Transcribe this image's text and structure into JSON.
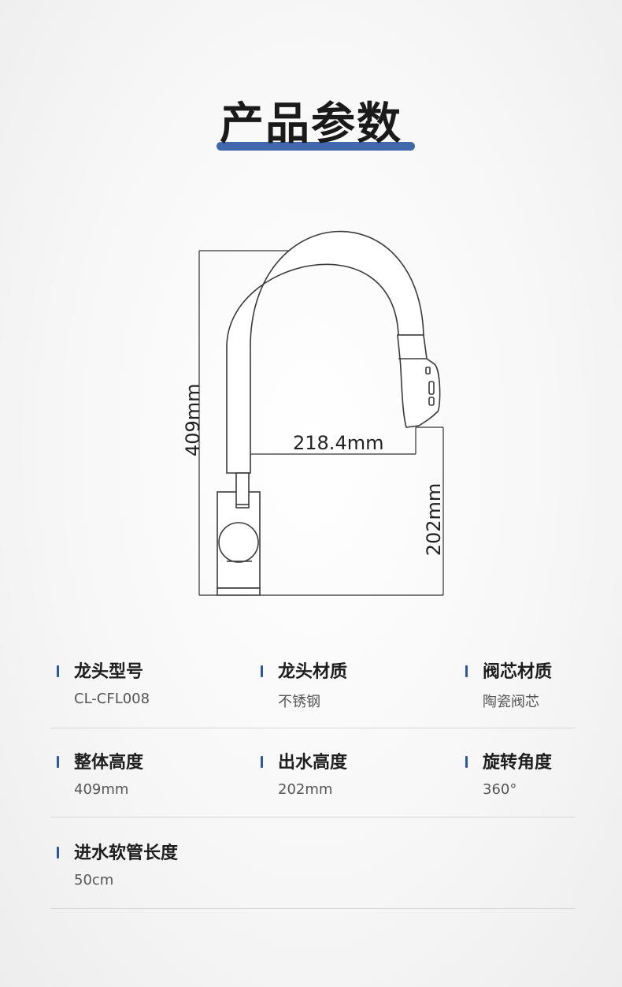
{
  "header": {
    "title": "产品参数"
  },
  "diagram": {
    "overall_height": "409mm",
    "spout_reach": "218.4mm",
    "spout_height": "202mm"
  },
  "specs": [
    [
      {
        "label": "龙头型号",
        "value": "CL-CFL008"
      },
      {
        "label": "龙头材质",
        "value": "不锈钢"
      },
      {
        "label": "阀芯材质",
        "value": "陶瓷阀芯"
      }
    ],
    [
      {
        "label": "整体高度",
        "value": "409mm"
      },
      {
        "label": "出水高度",
        "value": "202mm"
      },
      {
        "label": "旋转角度",
        "value": "360°"
      }
    ],
    [
      {
        "label": "进水软管长度",
        "value": "50cm"
      }
    ]
  ],
  "colors": {
    "accent": "#4167ac",
    "marker": "#2d55a0"
  }
}
